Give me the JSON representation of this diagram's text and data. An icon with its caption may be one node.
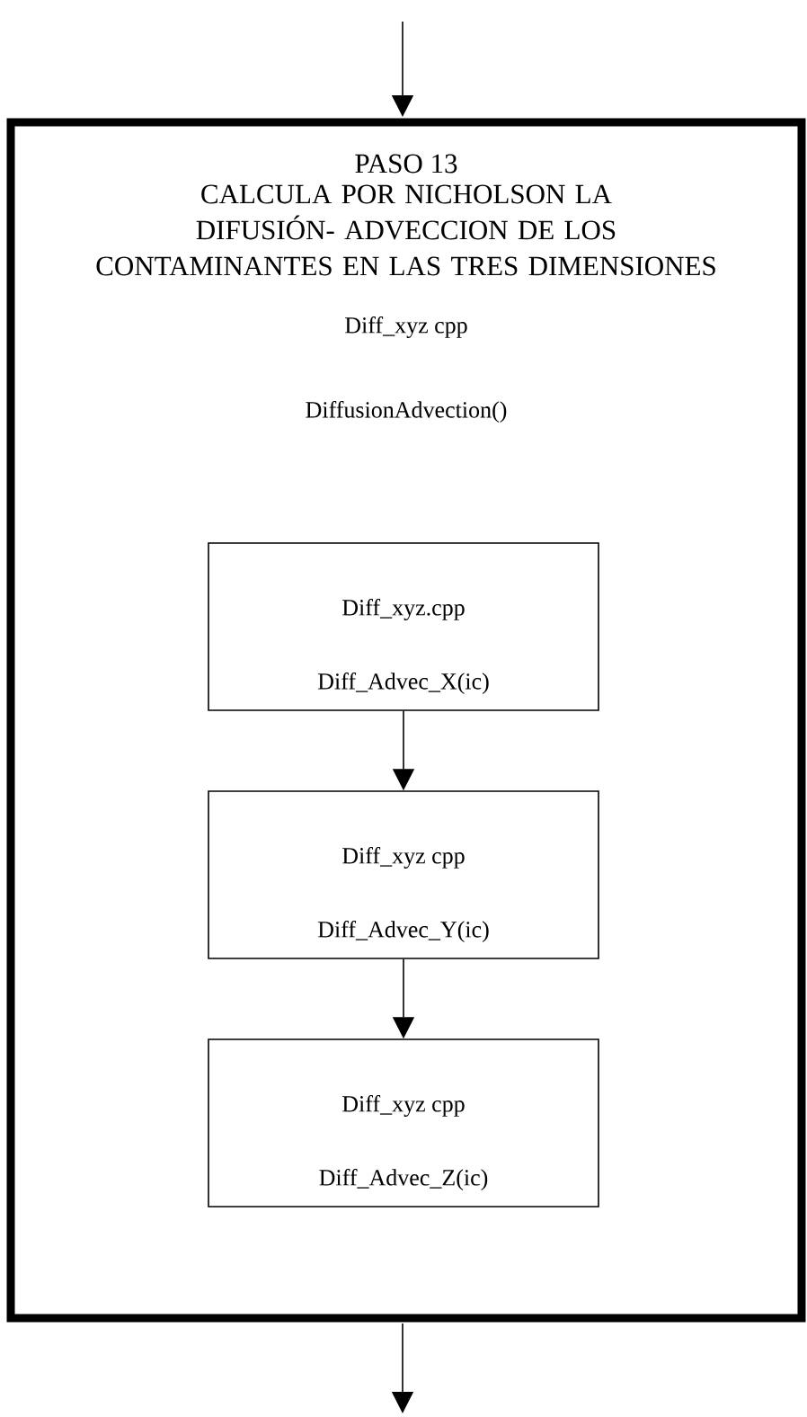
{
  "diagram": {
    "nodes": [
      {
        "text": [
          "PASO 13",
          "CALCULA POR NICHOLSON LA DIFUSIÓN- ADVECCION DE LOS CONTAMINANTES EN LAS TRES DIMENSIONES",
          "Diff_xyz cpp",
          "DiffusionAdvection()"
        ]
      },
      {
        "text": [
          "Diff_xyz.cpp",
          "Diff_Advec_X(ic)"
        ],
        "in": 0
      },
      {
        "text": [
          "Diff_xyz cpp",
          "Diff_Advec_Y(ic)"
        ],
        "in": 0
      },
      {
        "text": [
          "Diff_xyz cpp",
          "Diff_Advec_Z(ic)"
        ],
        "in": 0
      }
    ],
    "edges": [
      {
        "from": null,
        "to": 0,
        "arrow": "to"
      },
      {
        "from": 1,
        "to": 2,
        "arrow": "to"
      },
      {
        "from": 2,
        "to": 3,
        "arrow": "to"
      },
      {
        "from": 0,
        "to": null,
        "arrow": "to"
      }
    ]
  }
}
